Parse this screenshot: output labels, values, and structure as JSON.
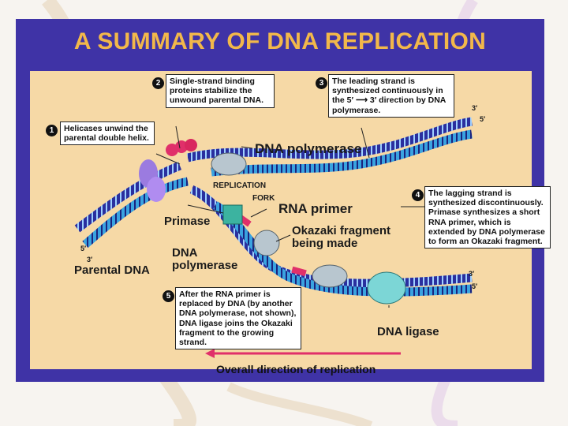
{
  "title": "A SUMMARY OF DNA REPLICATION",
  "callouts": [
    {
      "num": "1",
      "text": "Helicases unwind the parental double helix."
    },
    {
      "num": "2",
      "text": "Single-strand binding proteins stabilize the unwound parental DNA."
    },
    {
      "num": "3",
      "text": "The leading strand is synthesized continuously in the 5′ ⟶ 3′ direction by DNA polymerase."
    },
    {
      "num": "4",
      "text": "The lagging strand is synthesized discontinuously. Primase synthesizes a short RNA primer, which is extended by DNA polymerase to form an Okazaki fragment."
    },
    {
      "num": "5",
      "text": "After the RNA primer is replaced by DNA (by another DNA polymerase, not shown), DNA ligase joins the Okazaki fragment to the growing strand."
    }
  ],
  "labels": {
    "dna_polymerase_top": "DNA polymerase",
    "replication": "REPLICATION",
    "fork": "FORK",
    "rna_primer": "RNA primer",
    "primase": "Primase",
    "okazaki_line1": "Okazaki fragment",
    "okazaki_line2": "being made",
    "dna_polymerase_lower1": "DNA",
    "dna_polymerase_lower2": "polymerase",
    "parental_dna": "Parental DNA",
    "dna_ligase": "DNA ligase",
    "direction": "Overall direction of replication",
    "prime_3_top": "3′",
    "prime_5_top": "5′",
    "prime_3_mid": "3′",
    "prime_5_mid": "5′",
    "prime_5_left": "5′",
    "prime_3_left": "3′"
  },
  "colors": {
    "slide_bg": "#3f33a6",
    "title": "#f2b84a",
    "panel": "#f6d9a6",
    "parental_strand": "#2a2f9e",
    "new_strand": "#3aa3e0",
    "primer": "#e0306a",
    "direction_arrow": "#e0306a"
  }
}
